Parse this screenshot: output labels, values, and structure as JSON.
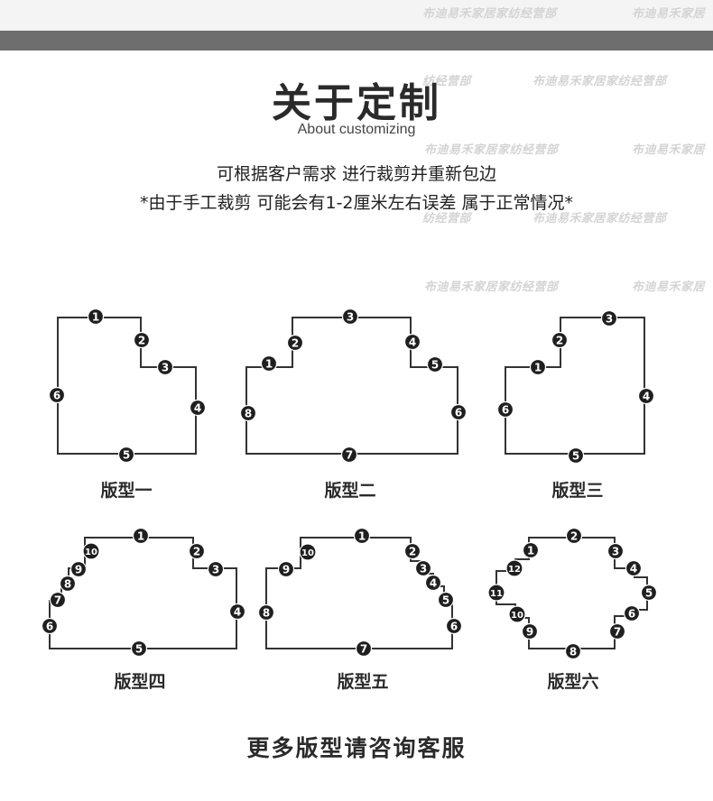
{
  "watermarks": [
    "布迪易禾家居家纺经营部",
    "布迪易禾家居",
    "纺经营部",
    "布迪易禾家居家纺经营部",
    "布迪易禾家居家纺经营部",
    "布迪易禾家居",
    "纺经营部",
    "布迪易禾家居家纺经营部",
    "布迪易禾家居家纺经营部",
    "布迪易禾家居"
  ],
  "title": "关于定制",
  "subtitle": "About customizing",
  "desc_line1": "可根据客户需求 进行裁剪并重新包边",
  "desc_line2": "*由于手工裁剪 可能会有1-2厘米左右误差 属于正常情况*",
  "shapes": [
    {
      "label": "版型一",
      "markers": [
        "1",
        "2",
        "3",
        "4",
        "5",
        "6"
      ]
    },
    {
      "label": "版型二",
      "markers": [
        "1",
        "2",
        "3",
        "4",
        "5",
        "6",
        "7",
        "8"
      ]
    },
    {
      "label": "版型三",
      "markers": [
        "1",
        "2",
        "3",
        "4",
        "5",
        "6"
      ]
    },
    {
      "label": "版型四",
      "markers": [
        "1",
        "2",
        "3",
        "4",
        "5",
        "6",
        "7",
        "8",
        "9",
        "10"
      ]
    },
    {
      "label": "版型五",
      "markers": [
        "1",
        "2",
        "3",
        "4",
        "5",
        "6",
        "7",
        "8",
        "9",
        "10"
      ]
    },
    {
      "label": "版型六",
      "markers": [
        "1",
        "2",
        "3",
        "4",
        "5",
        "6",
        "7",
        "8",
        "9",
        "10",
        "11",
        "12"
      ]
    }
  ],
  "footer": "更多版型请咨询客服"
}
